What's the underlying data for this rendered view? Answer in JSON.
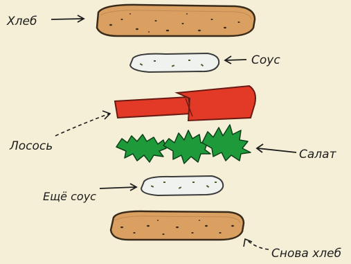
{
  "labels": {
    "bread_top": "Хлеб",
    "sauce": "Соус",
    "salmon": "Лосось",
    "salad": "Салат",
    "more_sauce": "Ещё соус",
    "bread_again": "Снова хлеб"
  },
  "colors": {
    "background": "#f4efd6",
    "bread": "#d9a062",
    "bread_outline": "#3a2a1a",
    "salmon": "#e23a27",
    "salad": "#1f9a3a",
    "sauce": "#f0f2f0",
    "ink": "#1c1c1c"
  }
}
